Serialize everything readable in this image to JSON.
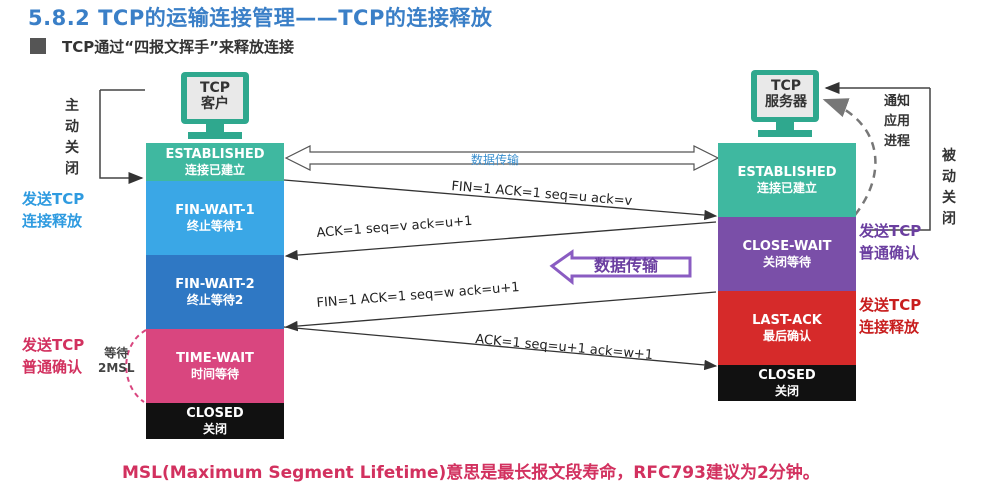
{
  "header": {
    "title": "5.8.2 TCP的运输连接管理——TCP的连接释放",
    "subtitle": "TCP通过“四报文挥手”来释放连接"
  },
  "client": {
    "pc_label_1": "TCP",
    "pc_label_2": "客户",
    "side_label": [
      "主",
      "动",
      "关",
      "闭"
    ],
    "states": [
      {
        "en": "ESTABLISHED",
        "cn": "连接已建立",
        "color": "#3fb8a0"
      },
      {
        "en": "FIN-WAIT-1",
        "cn": "终止等待1",
        "color": "#3aa7e6"
      },
      {
        "en": "FIN-WAIT-2",
        "cn": "终止等待2",
        "color": "#2f78c4"
      },
      {
        "en": "TIME-WAIT",
        "cn": "时间等待",
        "color": "#d9467f"
      },
      {
        "en": "CLOSED",
        "cn": "关闭",
        "color": "#111111"
      }
    ],
    "send_fin_label_1": "发送TCP",
    "send_fin_label_2": "连接释放",
    "send_ack_label_1": "发送TCP",
    "send_ack_label_2": "普通确认",
    "wait_label_1": "等待",
    "wait_label_2": "2MSL"
  },
  "server": {
    "pc_label_1": "TCP",
    "pc_label_2": "服务器",
    "notify_label": [
      "通",
      "知",
      "应",
      "用",
      "进",
      "程"
    ],
    "side_label": [
      "被",
      "动",
      "关",
      "闭"
    ],
    "states": [
      {
        "en": "ESTABLISHED",
        "cn": "连接已建立",
        "color": "#3fb8a0"
      },
      {
        "en": "CLOSE-WAIT",
        "cn": "关闭等待",
        "color": "#7a4fa8"
      },
      {
        "en": "LAST-ACK",
        "cn": "最后确认",
        "color": "#d62a2a"
      },
      {
        "en": "CLOSED",
        "cn": "关闭",
        "color": "#111111"
      }
    ],
    "send_ack_label_1": "发送TCP",
    "send_ack_label_2": "普通确认",
    "send_fin_label_1": "发送TCP",
    "send_fin_label_2": "连接释放"
  },
  "messages": {
    "data_transfer": "数据传输",
    "msg1": "FIN=1   ACK=1   seq=u   ack=v",
    "msg2": "ACK=1     seq=v     ack=u+1",
    "msg3": "FIN=1    ACK=1     seq=w     ack=u+1",
    "msg4": "ACK=1    seq=u+1    ack=w+1",
    "server_data_badge": "数据传输"
  },
  "colors": {
    "title": "#3a7fc7",
    "client_label": "#2f9be0",
    "ack_label": "#d2315f",
    "server_ack_label": "#6b3fa0",
    "server_fin_label": "#c81e1e"
  },
  "footer": {
    "text": "MSL(Maximum Segment Lifetime)意思是最长报文段寿命，RFC793建议为2分钟。"
  }
}
